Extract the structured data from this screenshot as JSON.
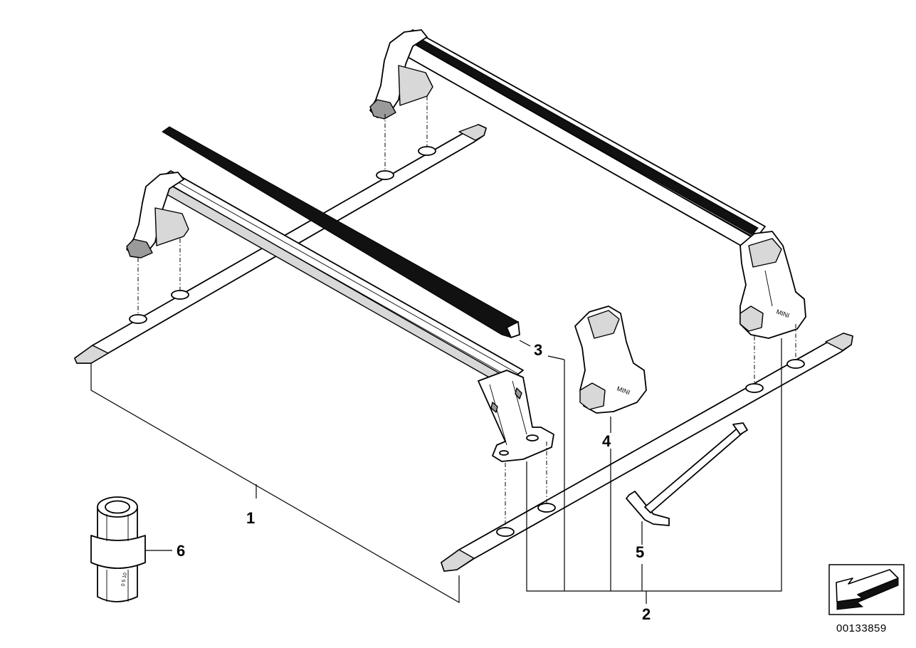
{
  "callouts": {
    "p1": "1",
    "p2": "2",
    "p3": "3",
    "p4": "4",
    "p5": "5",
    "p6": "6"
  },
  "brand_mark": "MINI",
  "sleeve_scale": "0 5 10",
  "diagram_code": "00133859",
  "icons": {
    "corner": "direction-arrow-icon"
  }
}
